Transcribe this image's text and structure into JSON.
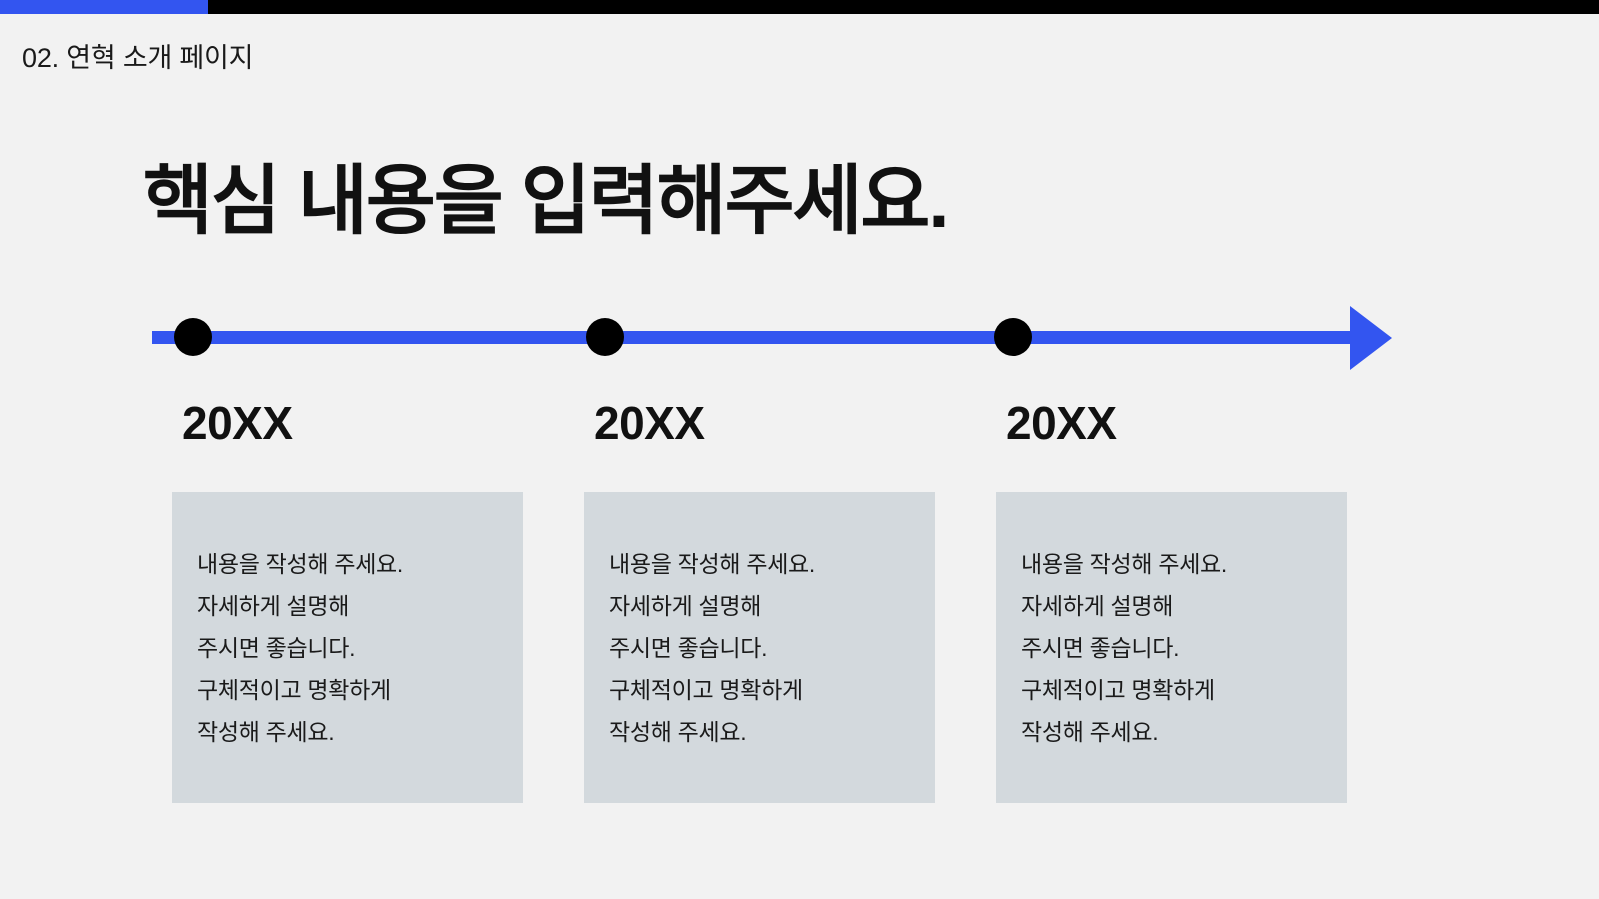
{
  "slide": {
    "section_label": "02. 연혁 소개 페이지",
    "headline": "핵심 내용을 입력해주세요.",
    "colors": {
      "background": "#f2f2f2",
      "accent_blue": "#3355f0",
      "topbar_black": "#000000",
      "box_fill": "#d3d9dd",
      "text_dark": "#111111"
    }
  },
  "timeline": {
    "direction": "left-to-right",
    "arrow_icon": "arrow-right-icon",
    "milestones": [
      {
        "year": "20XX",
        "body": "내용을 작성해 주세요.\n자세하게 설명해\n주시면 좋습니다.\n구체적이고 명확하게\n작성해 주세요."
      },
      {
        "year": "20XX",
        "body": "내용을 작성해 주세요.\n자세하게 설명해\n주시면 좋습니다.\n구체적이고 명확하게\n작성해 주세요."
      },
      {
        "year": "20XX",
        "body": "내용을 작성해 주세요.\n자세하게 설명해\n주시면 좋습니다.\n구체적이고 명확하게\n작성해 주세요."
      }
    ]
  }
}
